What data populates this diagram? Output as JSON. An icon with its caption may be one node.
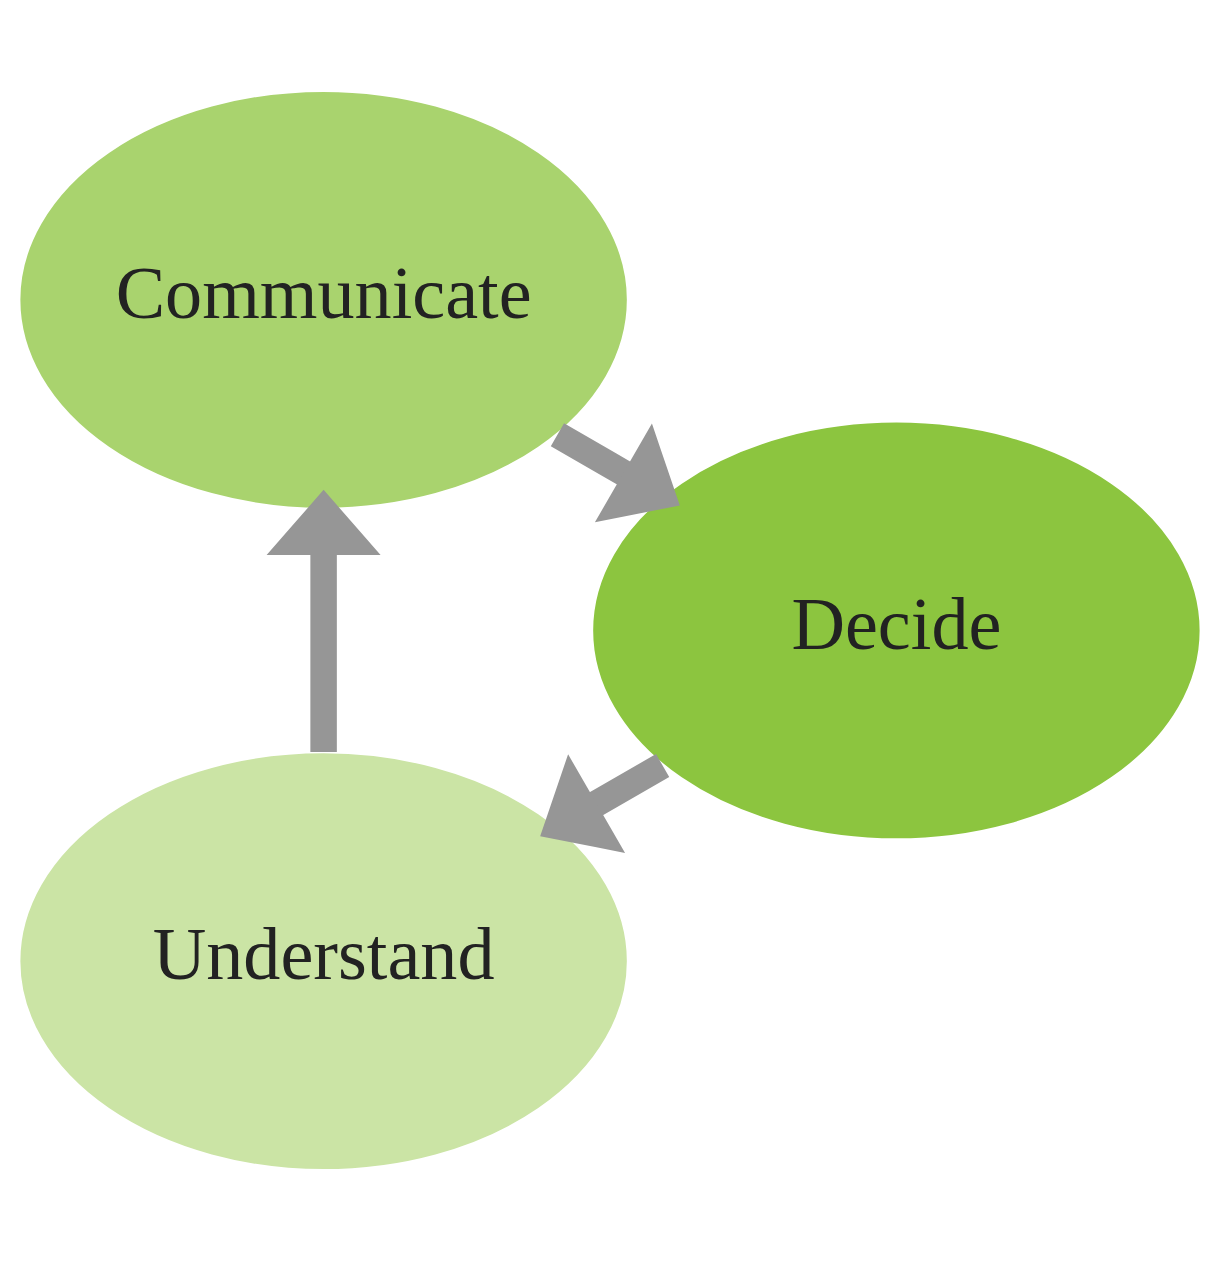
{
  "diagram": {
    "nodes": [
      {
        "text": [
          "Understand"
        ]
      },
      {
        "text": [
          "Communicate"
        ]
      },
      {
        "text": [
          "Decide"
        ]
      }
    ],
    "edges": [
      {
        "from": 0,
        "to": 1,
        "arrow": "to"
      },
      {
        "from": 1,
        "to": 2,
        "arrow": "to"
      },
      {
        "from": 2,
        "to": 0,
        "arrow": "to"
      }
    ]
  }
}
